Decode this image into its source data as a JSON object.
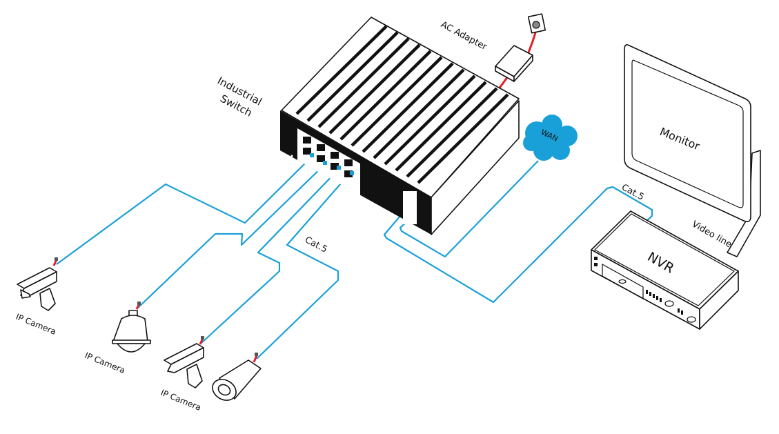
{
  "diagram": {
    "title": "IP camera network topology via industrial switch",
    "colors": {
      "cable": "#1aa0d8",
      "power": "#e41e26",
      "wan": "#1aa0d8",
      "device": "#111111"
    },
    "labels": {
      "switch_line1": "Industrial",
      "switch_line2": "Switch",
      "ac_adapter": "AC Adapter",
      "wan": "WAN",
      "monitor": "Monitor",
      "nvr": "NVR",
      "video_line": "Video line",
      "cat5_cameras": "Cat.5",
      "cat5_nvr": "Cat.5",
      "camera_1": "IP Camera",
      "camera_2": "IP Camera",
      "camera_3": "IP Camera"
    },
    "nodes": [
      {
        "id": "switch",
        "label": "Industrial Switch",
        "ports": 8
      },
      {
        "id": "ac_adapter",
        "label": "AC Adapter"
      },
      {
        "id": "wall_socket",
        "label": ""
      },
      {
        "id": "wan",
        "label": "WAN"
      },
      {
        "id": "monitor",
        "label": "Monitor"
      },
      {
        "id": "nvr",
        "label": "NVR"
      },
      {
        "id": "camera_box_1",
        "label": "IP Camera"
      },
      {
        "id": "camera_dome",
        "label": "IP Camera"
      },
      {
        "id": "camera_box_2",
        "label": "IP Camera"
      },
      {
        "id": "camera_bullet",
        "label": ""
      }
    ],
    "edges": [
      {
        "from": "camera_box_1",
        "to": "switch",
        "type": "Cat.5"
      },
      {
        "from": "camera_dome",
        "to": "switch",
        "type": "Cat.5"
      },
      {
        "from": "camera_box_2",
        "to": "switch",
        "type": "Cat.5"
      },
      {
        "from": "camera_bullet",
        "to": "switch",
        "type": "Cat.5"
      },
      {
        "from": "switch",
        "to": "wan",
        "type": "Cat.5"
      },
      {
        "from": "switch",
        "to": "nvr",
        "type": "Cat.5"
      },
      {
        "from": "nvr",
        "to": "monitor",
        "type": "Video line"
      },
      {
        "from": "wall_socket",
        "to": "ac_adapter",
        "type": "power"
      },
      {
        "from": "ac_adapter",
        "to": "switch",
        "type": "power"
      }
    ]
  }
}
